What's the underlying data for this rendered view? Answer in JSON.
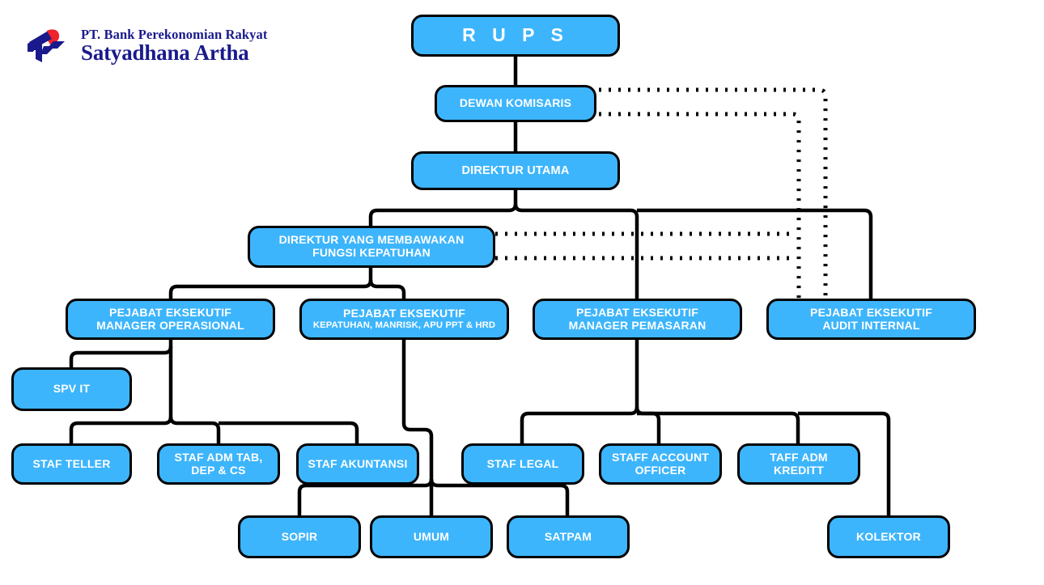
{
  "logo": {
    "icon": "bank-logo-mark",
    "line1": "PT. Bank Perekonomian Rakyat",
    "line2": "Satyadhana Artha",
    "navy": "#1a1a8c",
    "red": "#f0222a"
  },
  "theme": {
    "node_fill": "#3db5fc",
    "node_border": "#000000",
    "node_text": "#ffffff",
    "background": "#ffffff",
    "connector": "#000000"
  },
  "chart_title": "",
  "nodes": [
    {
      "id": "rups",
      "label": "R U P S",
      "line2": ""
    },
    {
      "id": "dewan",
      "label": "DEWAN KOMISARIS",
      "line2": ""
    },
    {
      "id": "dirut",
      "label": "DIREKTUR UTAMA",
      "line2": ""
    },
    {
      "id": "dir_kepatuhan",
      "label": "DIREKTUR YANG MEMBAWAKAN",
      "line2": "FUNGSI KEPATUHAN"
    },
    {
      "id": "pe_operasional",
      "label": "PEJABAT EKSEKUTIF",
      "line2": "MANAGER OPERASIONAL"
    },
    {
      "id": "pe_kepatuhan",
      "label": "PEJABAT EKSEKUTIF",
      "line2": "KEPATUHAN, MANRISK, APU PPT & HRD"
    },
    {
      "id": "pe_pemasaran",
      "label": "PEJABAT EKSEKUTIF",
      "line2": "MANAGER PEMASARAN"
    },
    {
      "id": "pe_audit",
      "label": "PEJABAT EKSEKUTIF",
      "line2": "AUDIT INTERNAL"
    },
    {
      "id": "spv_it",
      "label": "SPV IT",
      "line2": ""
    },
    {
      "id": "staf_teller",
      "label": "STAF TELLER",
      "line2": ""
    },
    {
      "id": "staf_adm_tab",
      "label": "STAF ADM TAB,",
      "line2": "DEP & CS"
    },
    {
      "id": "staf_akuntansi",
      "label": "STAF AKUNTANSI",
      "line2": ""
    },
    {
      "id": "staf_legal",
      "label": "STAF LEGAL",
      "line2": ""
    },
    {
      "id": "staff_ao",
      "label": "STAFF ACCOUNT",
      "line2": "OFFICER"
    },
    {
      "id": "taff_adm_kredit",
      "label": "TAFF ADM",
      "line2": "KREDITT"
    },
    {
      "id": "sopir",
      "label": "SOPIR",
      "line2": ""
    },
    {
      "id": "umum",
      "label": "UMUM",
      "line2": ""
    },
    {
      "id": "satpam",
      "label": "SATPAM",
      "line2": ""
    },
    {
      "id": "kolektor",
      "label": "KOLEKTOR",
      "line2": ""
    }
  ],
  "connections": {
    "solid": [
      "rups -> dewan",
      "dewan -> dirut",
      "dirut -> dir_kepatuhan",
      "dirut -> pe_pemasaran",
      "dirut -> pe_audit",
      "dir_kepatuhan -> pe_operasional",
      "dir_kepatuhan -> pe_kepatuhan",
      "pe_operasional -> spv_it",
      "pe_operasional -> staf_teller",
      "pe_operasional -> staf_adm_tab",
      "pe_operasional -> staf_akuntansi",
      "pe_kepatuhan -> umum",
      "umum -> sopir",
      "umum -> satpam",
      "pe_pemasaran -> staf_legal",
      "pe_pemasaran -> staff_ao",
      "pe_pemasaran -> taff_adm_kreditt",
      "pe_pemasaran -> kolektor"
    ],
    "dotted": [
      "dewan ~~ pe_audit",
      "dewan ~~ pe_kepatuhan-reporting",
      "dir_kepatuhan ~~ pe_audit",
      "dir_kepatuhan ~~ pe_kepatuhan-reporting"
    ]
  }
}
